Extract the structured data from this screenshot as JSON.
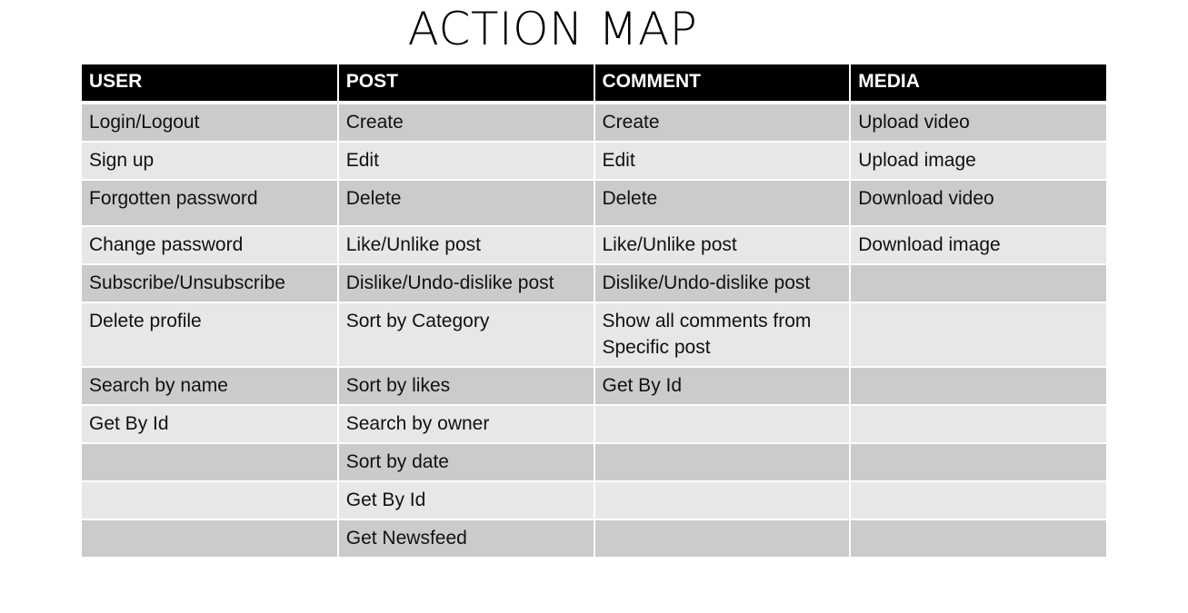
{
  "slide": {
    "title": "ACTION MAP"
  },
  "table": {
    "headers": [
      "USER",
      "POST",
      "COMMENT",
      "MEDIA"
    ],
    "rows": [
      [
        "Login/Logout",
        "Create",
        "Create",
        "Upload video"
      ],
      [
        "Sign up",
        "Edit",
        "Edit",
        "Upload image"
      ],
      [
        "Forgotten password",
        "Delete",
        "Delete",
        "Download video"
      ],
      [
        "Change password",
        "Like/Unlike post",
        "Like/Unlike post",
        "Download image"
      ],
      [
        "Subscribe/Unsubscribe",
        "Dislike/Undo-dislike post",
        "Dislike/Undo-dislike post",
        ""
      ],
      [
        "Delete profile",
        "Sort by Category",
        "Show all comments from Specific post",
        ""
      ],
      [
        "Search by name",
        "Sort by likes",
        "Get By Id",
        ""
      ],
      [
        "Get By Id",
        "Search by owner",
        "",
        ""
      ],
      [
        "",
        "Sort by date",
        "",
        ""
      ],
      [
        "",
        "Get By Id",
        "",
        ""
      ],
      [
        "",
        "Get Newsfeed",
        "",
        ""
      ]
    ]
  },
  "colors": {
    "header_background": "#000000",
    "header_text": "#ffffff",
    "row_dark": "#cbcbcb",
    "row_light": "#e7e7e7",
    "cell_text": "#111111"
  }
}
